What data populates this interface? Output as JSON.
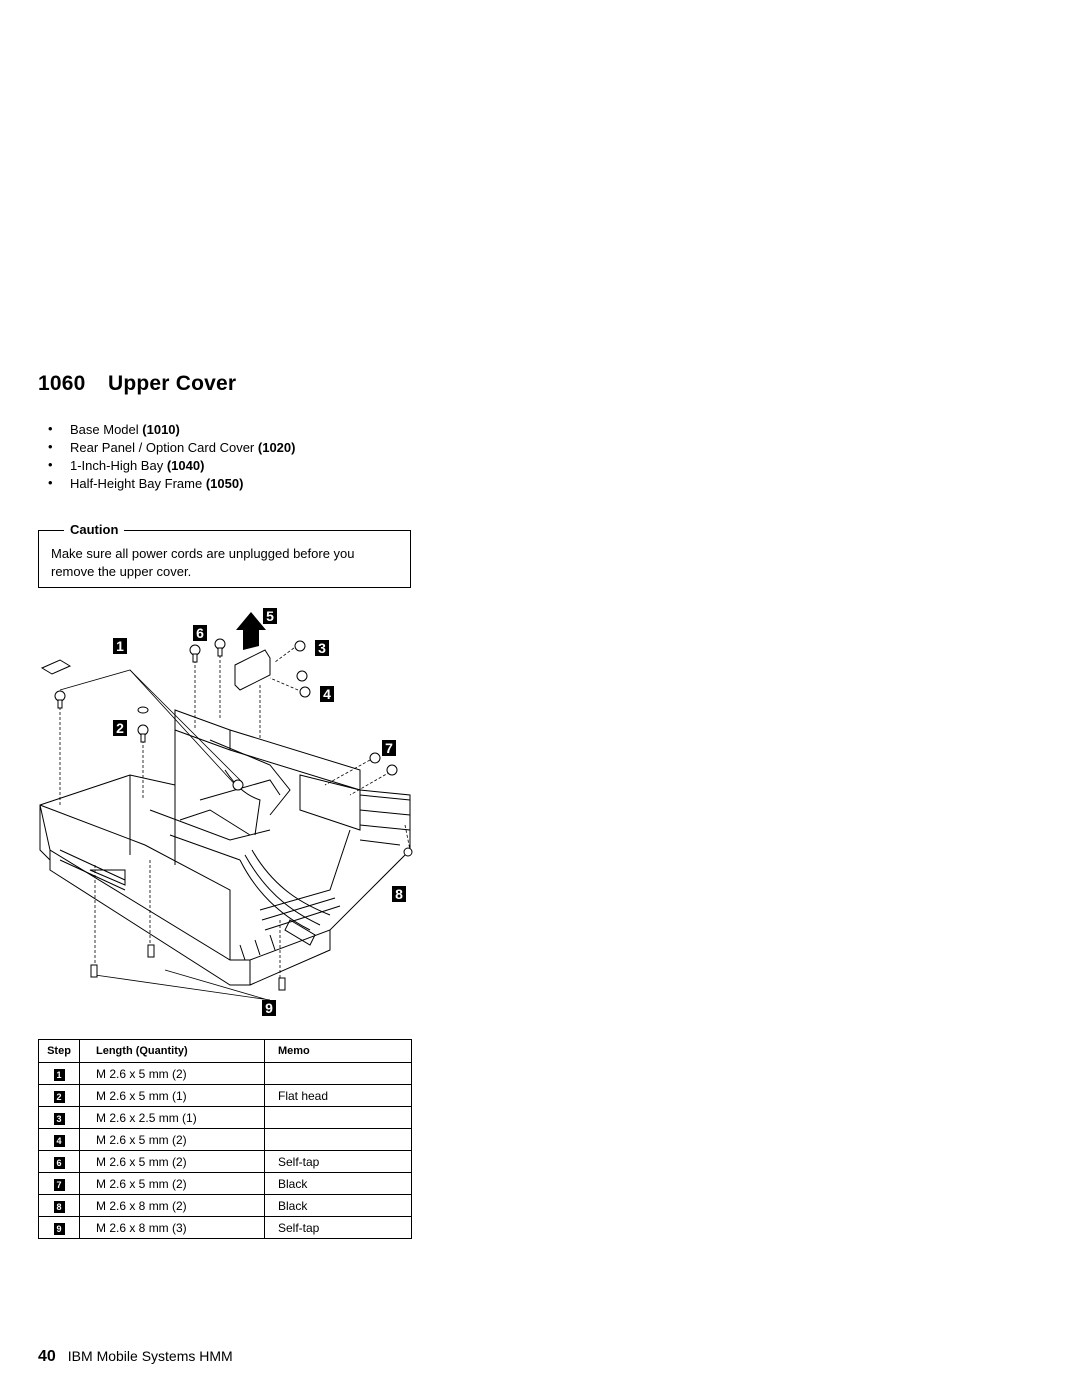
{
  "section": {
    "number": "1060",
    "title": "Upper Cover"
  },
  "prerequisites": [
    {
      "text": "Base Model",
      "ref": "(1010)"
    },
    {
      "text": "Rear Panel / Option Card Cover",
      "ref": "(1020)"
    },
    {
      "text": "1-Inch-High Bay",
      "ref": "(1040)"
    },
    {
      "text": "Half-Height Bay Frame",
      "ref": "(1050)"
    }
  ],
  "caution": {
    "label": "Caution",
    "text": "Make sure all power cords are unplugged before you remove the upper cover."
  },
  "diagram": {
    "callouts": [
      "1",
      "2",
      "3",
      "4",
      "5",
      "6",
      "7",
      "8",
      "9"
    ]
  },
  "table": {
    "headers": {
      "step": "Step",
      "length": "Length (Quantity)",
      "memo": "Memo"
    },
    "rows": [
      {
        "step": "1",
        "length": "M 2.6 x 5 mm (2)",
        "memo": ""
      },
      {
        "step": "2",
        "length": "M 2.6 x 5 mm (1)",
        "memo": "Flat head"
      },
      {
        "step": "3",
        "length": "M 2.6 x 2.5 mm (1)",
        "memo": ""
      },
      {
        "step": "4",
        "length": "M 2.6 x 5 mm (2)",
        "memo": ""
      },
      {
        "step": "6",
        "length": "M 2.6 x 5 mm (2)",
        "memo": "Self-tap"
      },
      {
        "step": "7",
        "length": "M 2.6 x 5 mm (2)",
        "memo": "Black"
      },
      {
        "step": "8",
        "length": "M 2.6 x 8 mm (2)",
        "memo": "Black"
      },
      {
        "step": "9",
        "length": "M 2.6 x 8 mm (3)",
        "memo": "Self-tap"
      }
    ]
  },
  "footer": {
    "page": "40",
    "text": "IBM Mobile Systems HMM"
  }
}
